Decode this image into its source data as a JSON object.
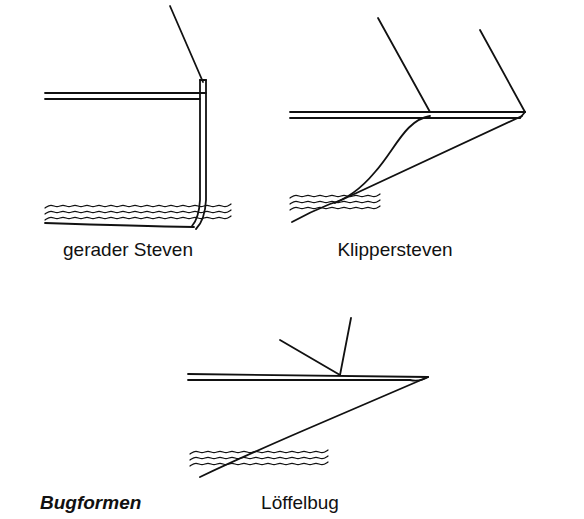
{
  "diagram": {
    "caption": "Bugformen",
    "labels": [
      "gerader Steven",
      "Klippersteven",
      "Löffelbug"
    ]
  }
}
